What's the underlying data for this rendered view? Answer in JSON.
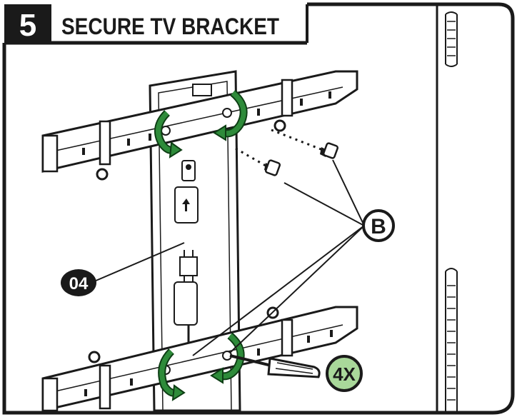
{
  "step": {
    "number": "5",
    "title": "SECURE TV BRACKET"
  },
  "callouts": {
    "part_label": "04",
    "screw_label": "B",
    "quantity_label": "4X"
  },
  "colors": {
    "frame": "#1a1a1a",
    "header_bg": "#1a1a1a",
    "header_text": "#ffffff",
    "arrow_green": "#2e8b3a",
    "arrow_outline": "#0d3d14",
    "quantity_badge": "#a9d89a",
    "bracket_fill": "#ffffff"
  },
  "icons": {
    "rotate_arrows": "curved-rotation-arrow-icon",
    "screw": "screw-icon",
    "screwdriver": "screwdriver-icon"
  }
}
